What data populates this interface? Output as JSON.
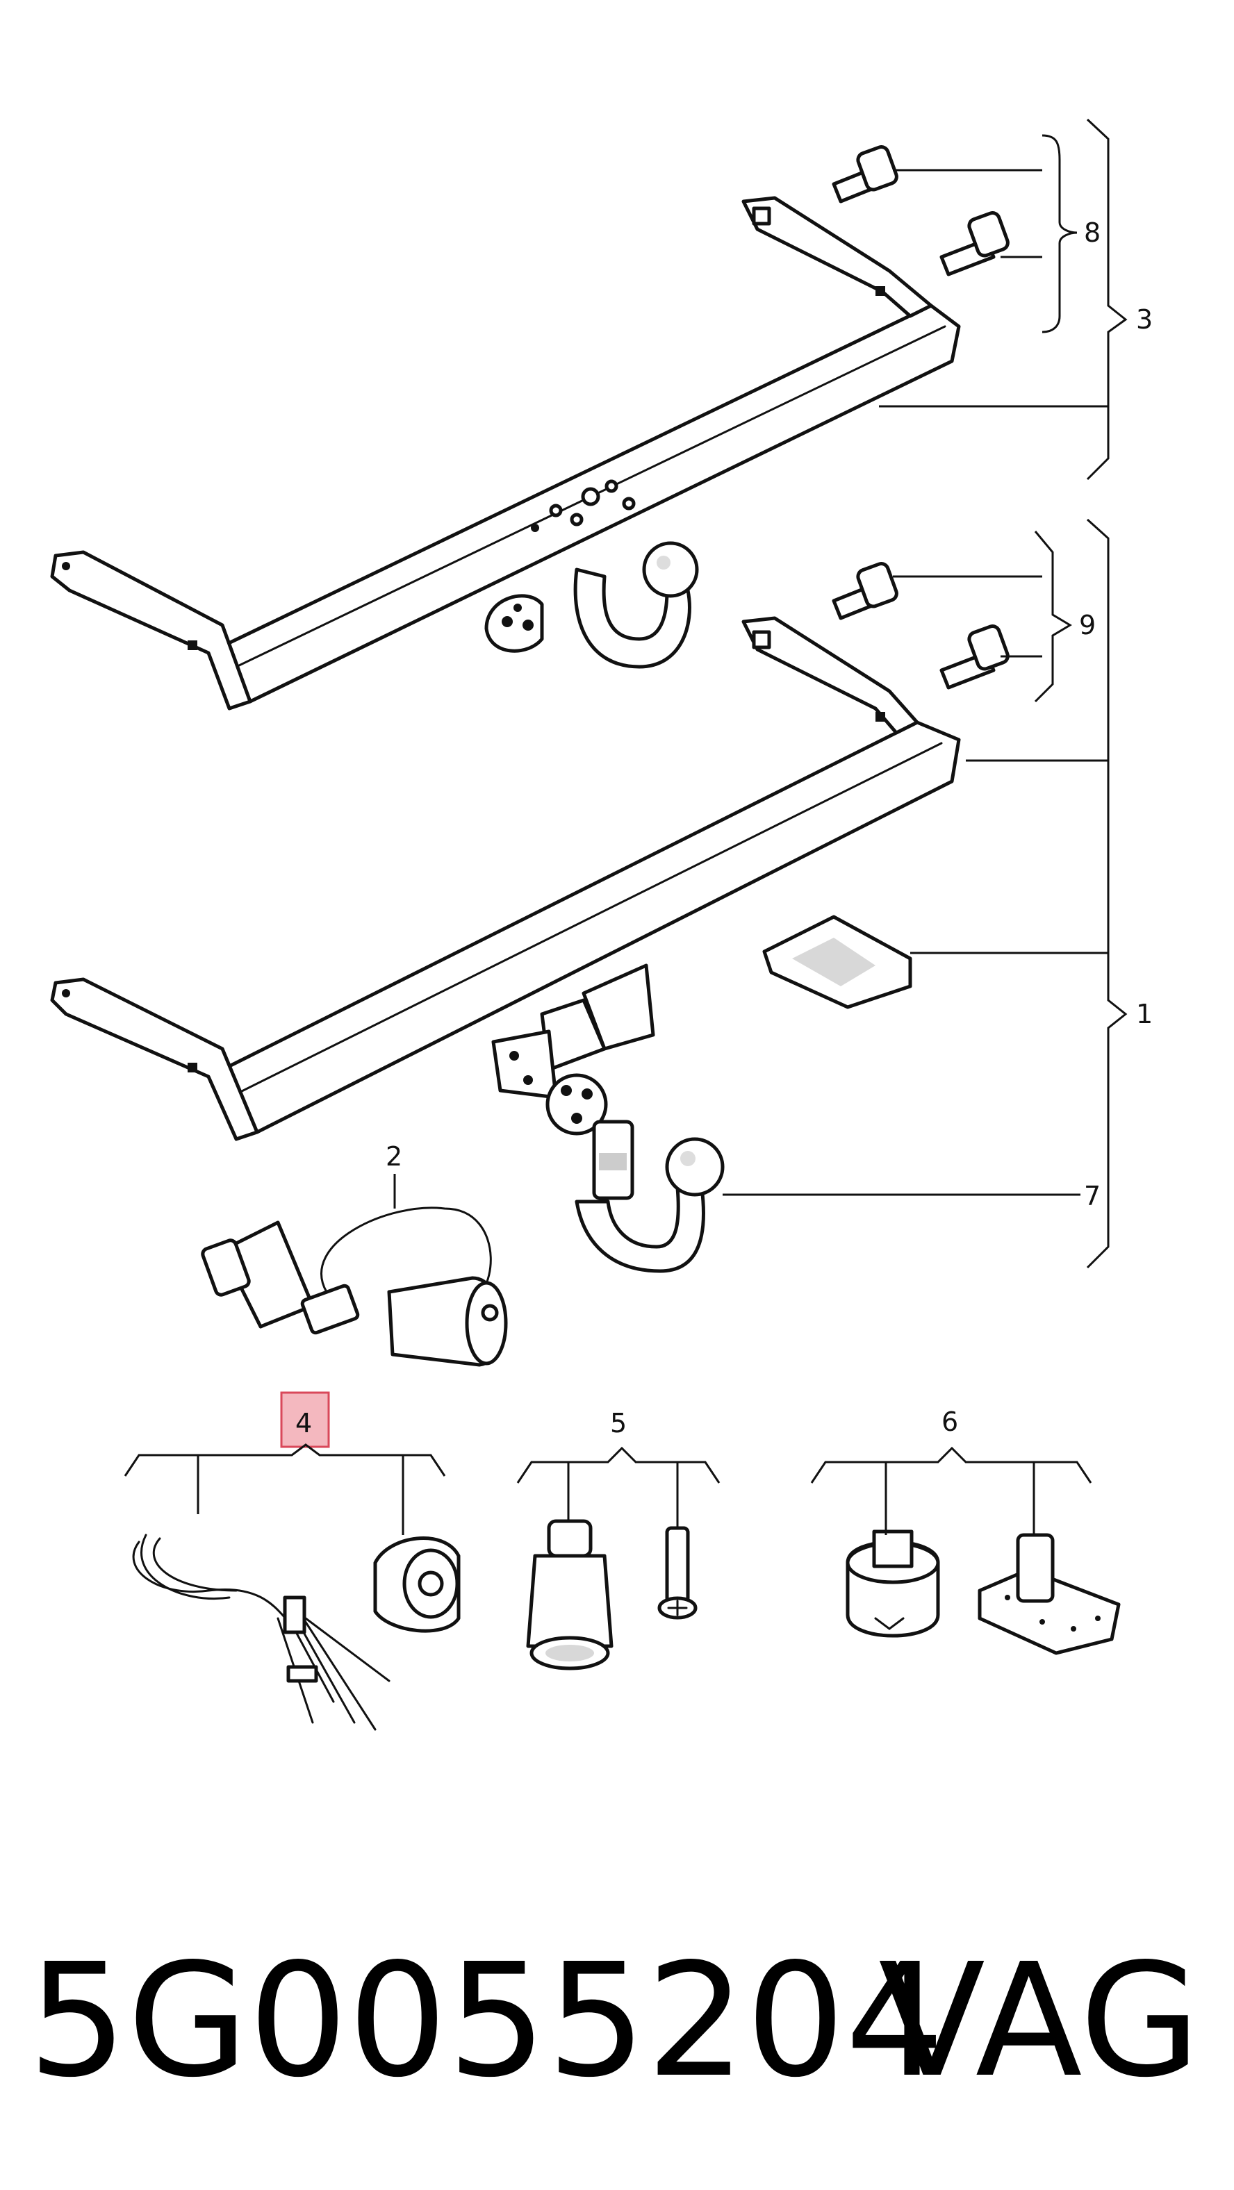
{
  "callouts": {
    "c1": "1",
    "c2": "2",
    "c3": "3",
    "c4": "4",
    "c5": "5",
    "c6": "6",
    "c7": "7",
    "c8": "8",
    "c9": "9"
  },
  "highlight": {
    "selected_callout": "4",
    "color": "#f4b8bf",
    "border": "#d9485a"
  },
  "footer": {
    "part_number": "5G0055204",
    "brand": "VAG"
  }
}
